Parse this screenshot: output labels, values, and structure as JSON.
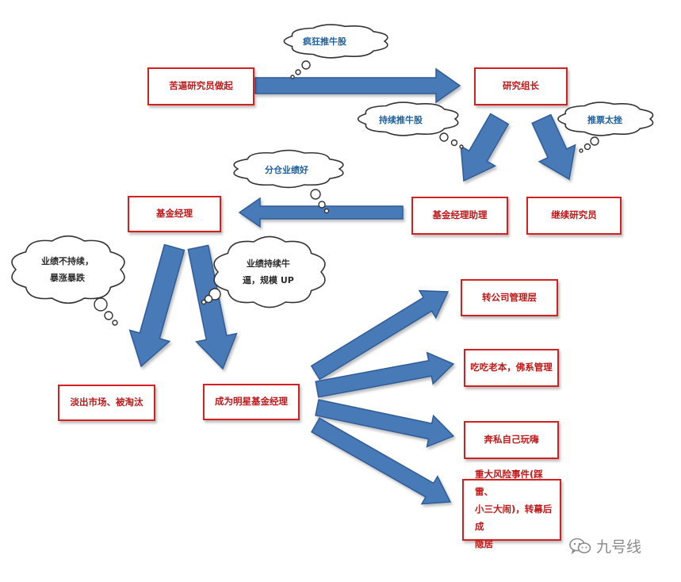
{
  "nodes": {
    "junior_researcher": "苦逼研究员做起",
    "research_leader": "研究组长",
    "assistant_fund_manager": "基金经理助理",
    "continue_researcher": "继续研究员",
    "fund_manager": "基金经理",
    "exit_market": "被淘汰",
    "exit_market_full": "淡出市场、被淘汰",
    "star_fund_manager": "成为明星基金经理",
    "management": "转公司管理层",
    "coasting": "吃吃老本，佛系管理",
    "private_fund": "奔私自己玩嗨",
    "major_risk_line1": "重大风险事件(踩雷、",
    "major_risk_line2": "小三大闹)，转幕后成",
    "major_risk_line3": "隐居"
  },
  "bubbles": {
    "crazy_bull": "疯狂推牛股",
    "keep_bull": "持续推牛股",
    "bad_picks": "推票太挫",
    "sub_performance": "分仓业绩好",
    "unsustained_line1": "业绩不持续，",
    "unsustained_line2": "暴涨暴跌",
    "sustained_line1": "业绩持续牛",
    "sustained_line2": "逼，规模 UP"
  },
  "watermark": {
    "text": "九号线"
  },
  "colors": {
    "box_border": "#d42020",
    "box_text": "#c01818",
    "arrow_fill": "#4a7ab8",
    "arrow_stroke": "#2e5c96",
    "bubble_text": "#1f5f9a"
  }
}
